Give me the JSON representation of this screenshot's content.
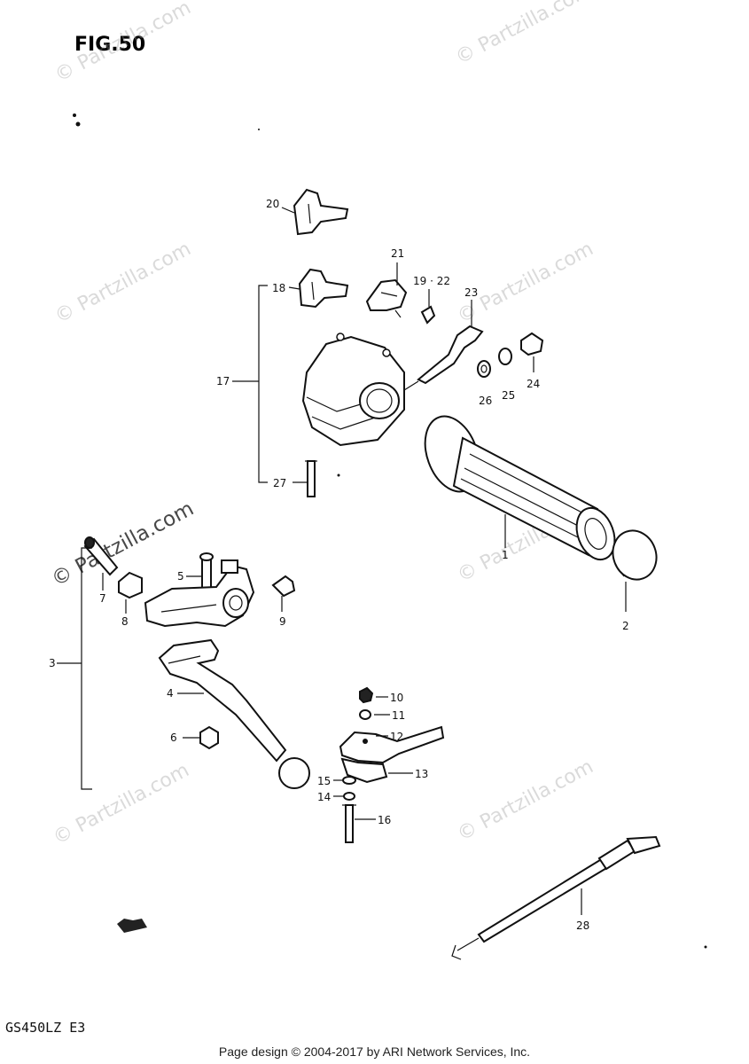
{
  "figure": {
    "title": "FIG.50",
    "model_code": "GS450LZ E3",
    "footer": "Page design © 2004-2017 by ARI Network Services, Inc.",
    "watermark": "© Partzilla.com"
  },
  "callouts": {
    "c1": "1",
    "c2": "2",
    "c3": "3",
    "c4": "4",
    "c5": "5",
    "c6": "6",
    "c7": "7",
    "c8": "8",
    "c9": "9",
    "c10": "10",
    "c11": "11",
    "c12": "12",
    "c13": "13",
    "c14": "14",
    "c15": "15",
    "c16": "16",
    "c17": "17",
    "c18": "18",
    "c19_22": "19 · 22",
    "c20": "20",
    "c21": "21",
    "c23": "23",
    "c24": "24",
    "c25": "25",
    "c26": "26",
    "c27": "27",
    "c28": "28"
  }
}
